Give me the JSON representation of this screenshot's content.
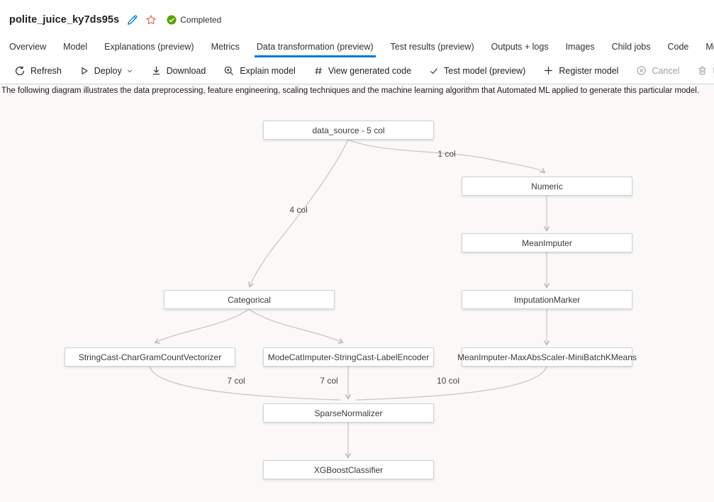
{
  "header": {
    "title": "polite_juice_ky7ds95s",
    "status": "Completed",
    "edit_icon": "pencil-icon",
    "favorite_icon": "star-icon",
    "status_icon": "check-circle-icon"
  },
  "colors": {
    "accent": "#0078d4",
    "success": "#57a300",
    "favorite_star": "#d4674e",
    "edge": "#c6c4c2"
  },
  "tabs": [
    {
      "label": "Overview",
      "active": false
    },
    {
      "label": "Model",
      "active": false
    },
    {
      "label": "Explanations (preview)",
      "active": false
    },
    {
      "label": "Metrics",
      "active": false
    },
    {
      "label": "Data transformation (preview)",
      "active": true
    },
    {
      "label": "Test results (preview)",
      "active": false
    },
    {
      "label": "Outputs + logs",
      "active": false
    },
    {
      "label": "Images",
      "active": false
    },
    {
      "label": "Child jobs",
      "active": false
    },
    {
      "label": "Code",
      "active": false
    },
    {
      "label": "Monitoring",
      "active": false
    }
  ],
  "toolbar": [
    {
      "label": "Refresh",
      "icon": "refresh-icon",
      "enabled": true,
      "chevron": false
    },
    {
      "label": "Deploy",
      "icon": "play-icon",
      "enabled": true,
      "chevron": true
    },
    {
      "label": "Download",
      "icon": "download-icon",
      "enabled": true,
      "chevron": false
    },
    {
      "label": "Explain model",
      "icon": "zoom-in-icon",
      "enabled": true,
      "chevron": false
    },
    {
      "label": "View generated code",
      "icon": "hash-icon",
      "enabled": true,
      "chevron": false
    },
    {
      "label": "Test model (preview)",
      "icon": "check-icon",
      "enabled": true,
      "chevron": false
    },
    {
      "label": "Register model",
      "icon": "plus-icon",
      "enabled": true,
      "chevron": false
    },
    {
      "label": "Cancel",
      "icon": "cancel-circle-icon",
      "enabled": false,
      "chevron": false
    },
    {
      "label": "Delete",
      "icon": "trash-icon",
      "enabled": false,
      "chevron": false
    }
  ],
  "description": "The following diagram illustrates the data preprocessing, feature engineering, scaling techniques and the machine learning algorithm that Automated ML applied to generate this particular model.",
  "diagram": {
    "nodes": [
      {
        "id": "data_source",
        "label": "data_source - 5 col"
      },
      {
        "id": "numeric",
        "label": "Numeric"
      },
      {
        "id": "mean_imputer",
        "label": "MeanImputer"
      },
      {
        "id": "imputation_marker",
        "label": "ImputationMarker"
      },
      {
        "id": "categorical",
        "label": "Categorical"
      },
      {
        "id": "stringcast_chargram",
        "label": "StringCast-CharGramCountVectorizer"
      },
      {
        "id": "modecat_labelencoder",
        "label": "ModeCatImputer-StringCast-LabelEncoder"
      },
      {
        "id": "meanimputer_maxabs_kmeans",
        "label": "MeanImputer-MaxAbsScaler-MiniBatchKMeans"
      },
      {
        "id": "sparse_normalizer",
        "label": "SparseNormalizer"
      },
      {
        "id": "xgboost_classifier",
        "label": "XGBoostClassifier"
      }
    ],
    "edges": [
      {
        "from": "data_source",
        "to": "numeric",
        "label": "1 col"
      },
      {
        "from": "data_source",
        "to": "categorical",
        "label": "4 col"
      },
      {
        "from": "numeric",
        "to": "mean_imputer",
        "label": ""
      },
      {
        "from": "mean_imputer",
        "to": "imputation_marker",
        "label": ""
      },
      {
        "from": "imputation_marker",
        "to": "meanimputer_maxabs_kmeans",
        "label": ""
      },
      {
        "from": "categorical",
        "to": "stringcast_chargram",
        "label": ""
      },
      {
        "from": "categorical",
        "to": "modecat_labelencoder",
        "label": ""
      },
      {
        "from": "stringcast_chargram",
        "to": "sparse_normalizer",
        "label": "7 col"
      },
      {
        "from": "modecat_labelencoder",
        "to": "sparse_normalizer",
        "label": "7 col"
      },
      {
        "from": "meanimputer_maxabs_kmeans",
        "to": "sparse_normalizer",
        "label": "10 col"
      },
      {
        "from": "sparse_normalizer",
        "to": "xgboost_classifier",
        "label": ""
      }
    ]
  }
}
